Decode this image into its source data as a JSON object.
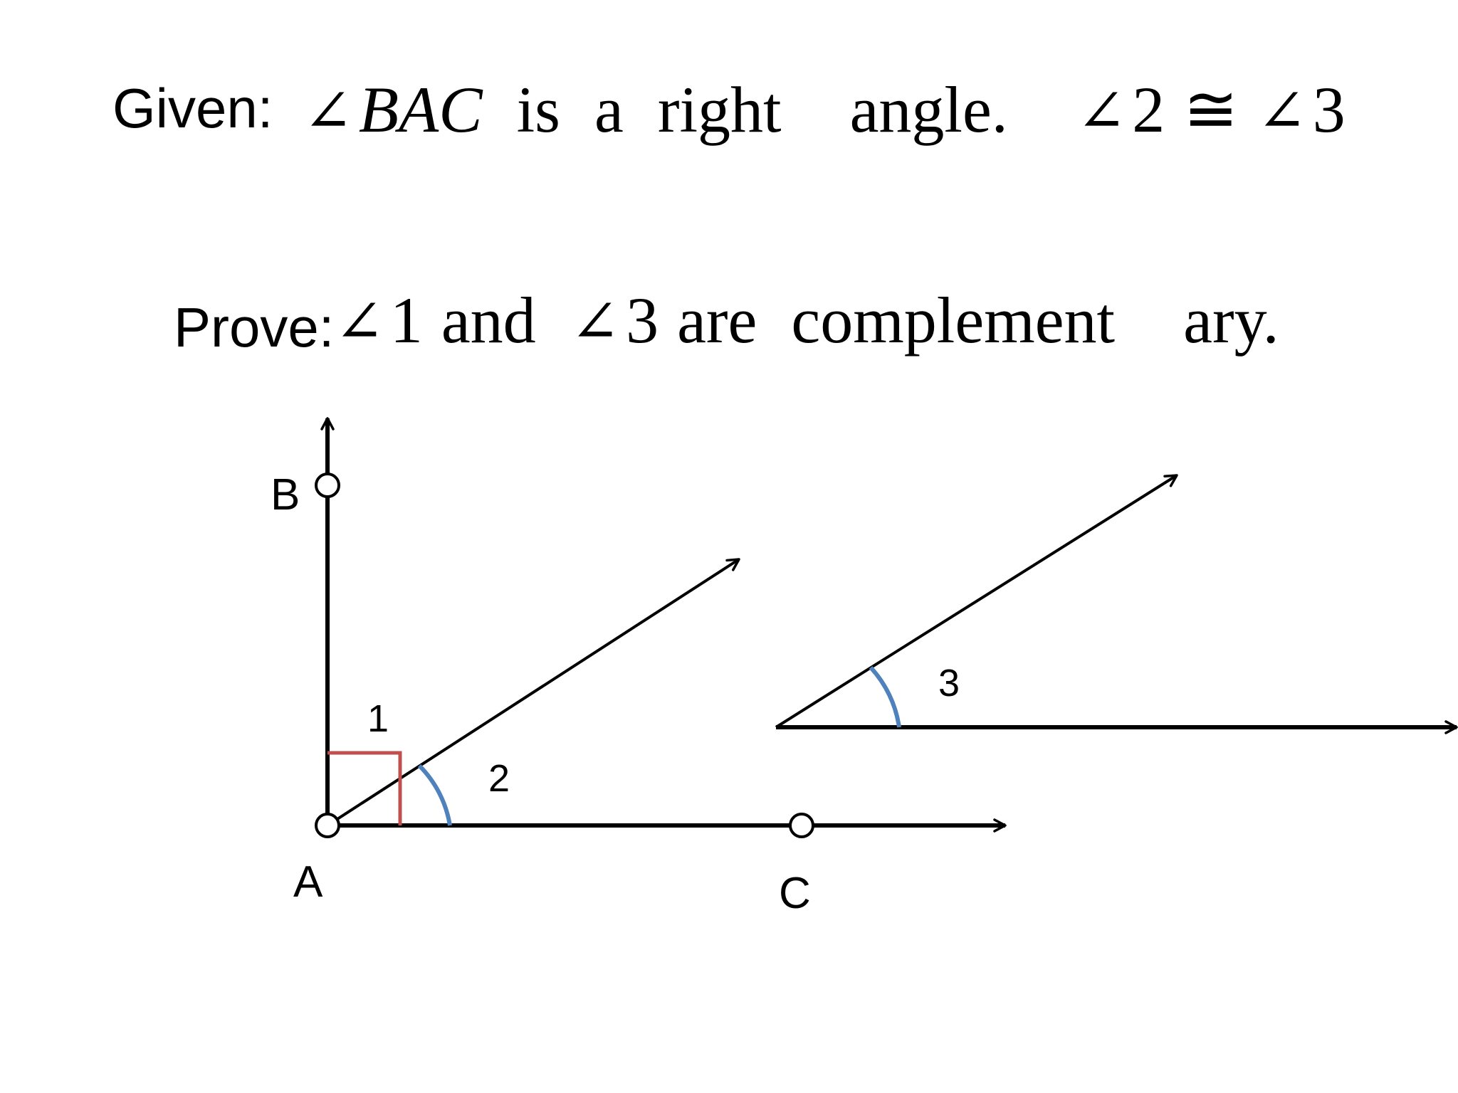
{
  "given": {
    "label": "Given:",
    "angle_symbol": "∠",
    "angle_name": "BAC",
    "text_is": "is",
    "text_a": "a",
    "text_right": "right",
    "text_angle": "angle.",
    "angle2": "2",
    "congruent": "≅",
    "angle3": "3"
  },
  "prove": {
    "label": "Prove:",
    "angle_symbol": "∠",
    "angle1": "1",
    "text_and": "and",
    "angle3": "3",
    "text_are": "are",
    "text_complement": "complement",
    "text_ary": "ary."
  },
  "diagram": {
    "points": {
      "A": "A",
      "B": "B",
      "C": "C"
    },
    "angles": {
      "one": "1",
      "two": "2",
      "three": "3"
    },
    "colors": {
      "stroke": "#000000",
      "right_angle_marker": "#c0504d",
      "angle_arc": "#4f81bd"
    }
  }
}
